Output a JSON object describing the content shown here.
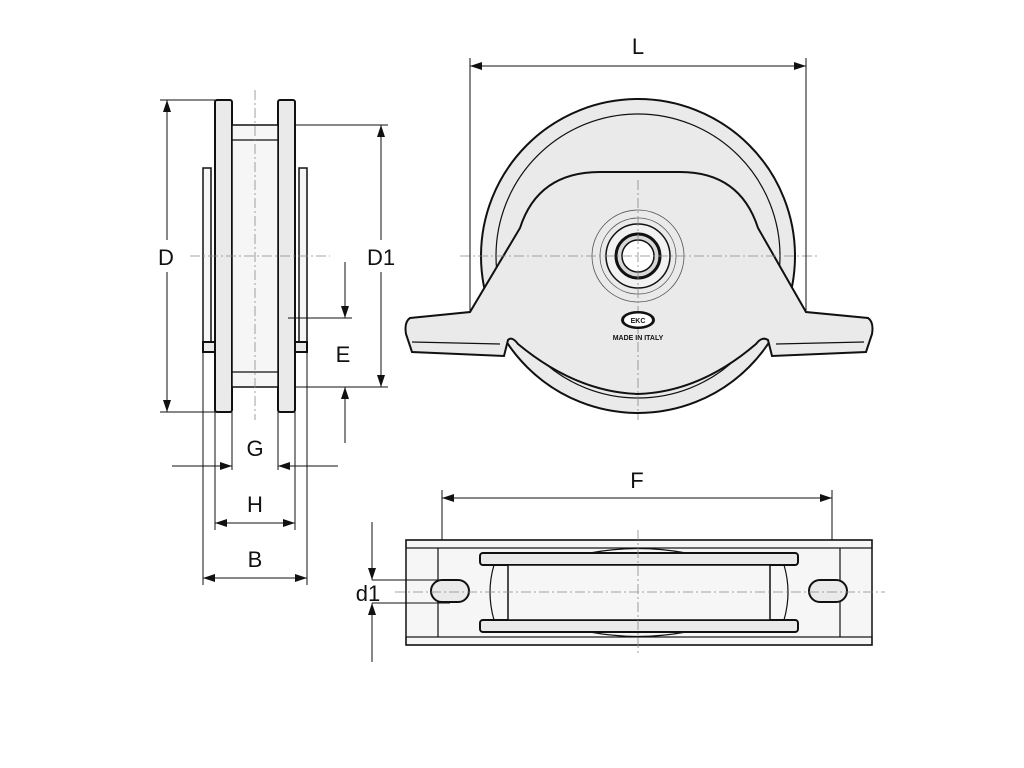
{
  "labels": {
    "D": "D",
    "D1": "D1",
    "E": "E",
    "G": "G",
    "H": "H",
    "B": "B",
    "L": "L",
    "F": "F",
    "d1": "d1"
  },
  "brand": {
    "text": "MADE IN ITALY"
  }
}
